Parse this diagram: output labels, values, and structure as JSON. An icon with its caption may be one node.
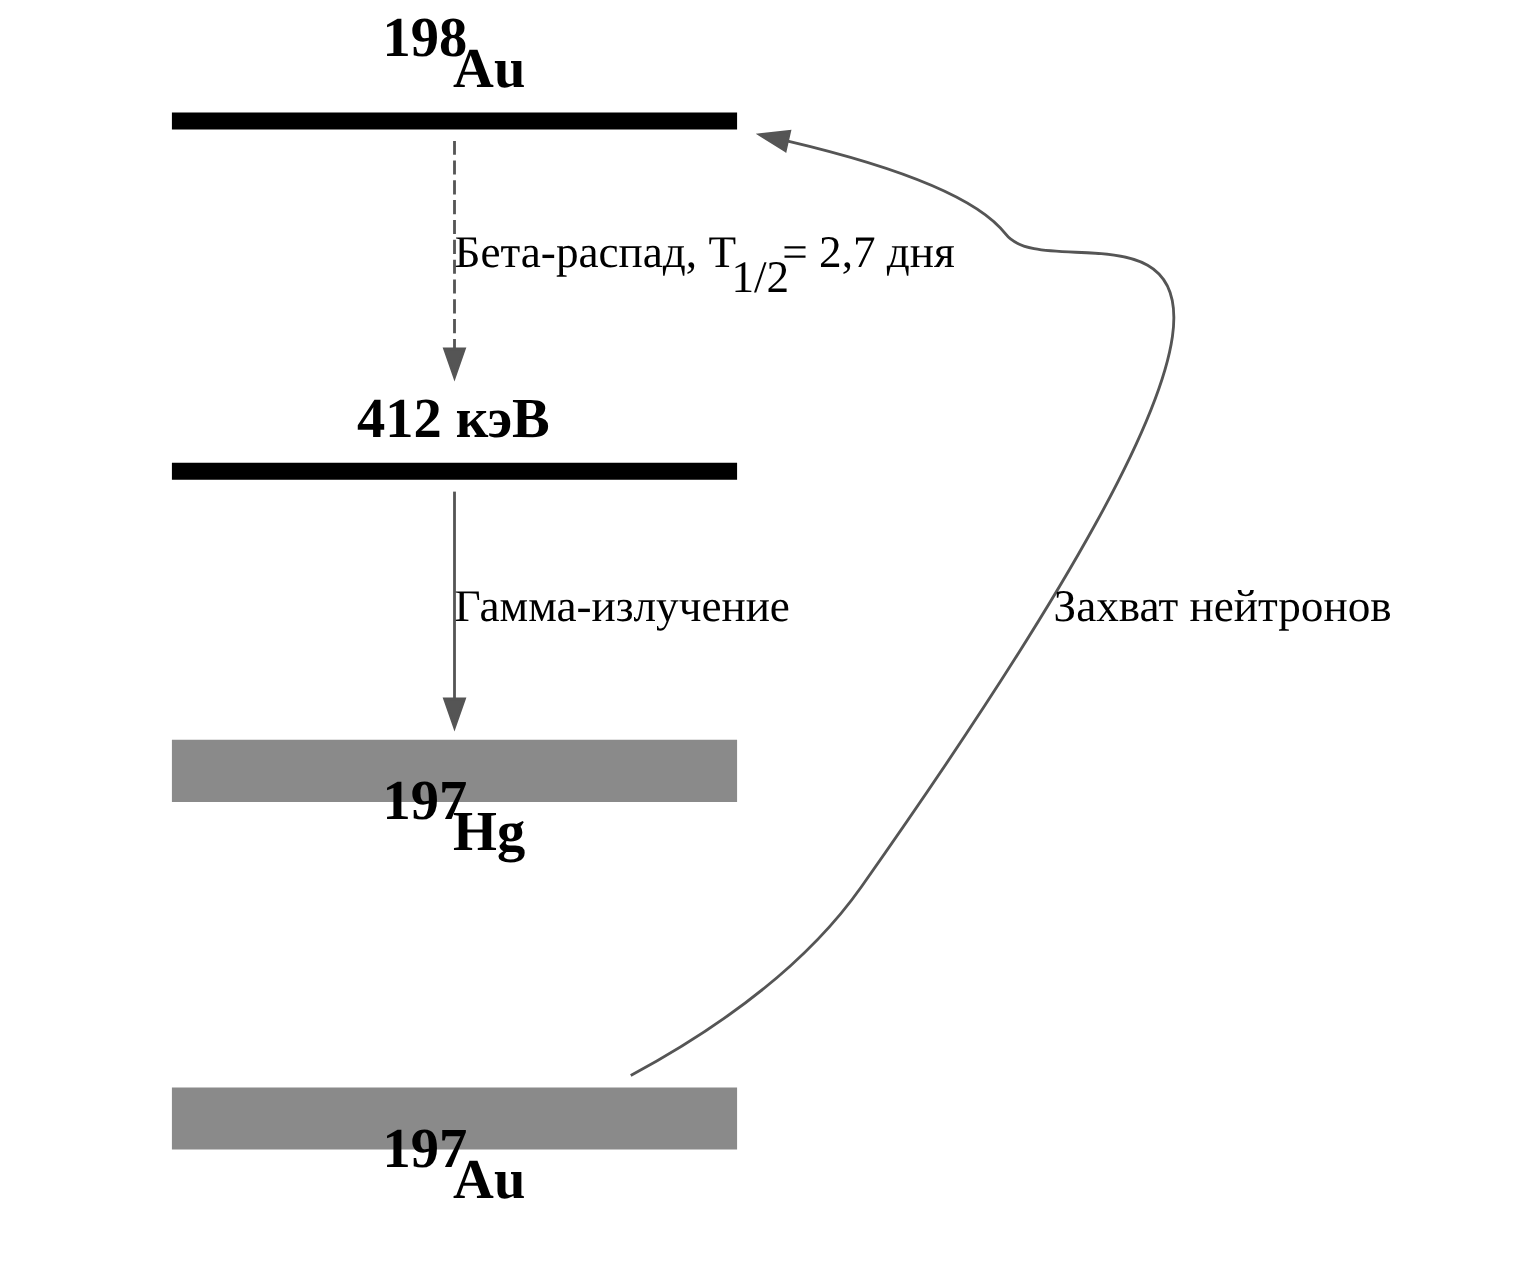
{
  "diagram": {
    "nodes": [
      {
        "text": [
          "$^{198}$Au"
        ]
      },
      {
        "text": [
          "412 кэВ"
        ]
      },
      {
        "text": [
          "$^{197}$Hg"
        ]
      },
      {
        "text": [
          "$^{197}$Au"
        ]
      }
    ],
    "edges": [
      {
        "from": 3,
        "to": 0,
        "arrow": "to",
        "label": "Захват нейтронов"
      },
      {
        "from": 0,
        "to": 1,
        "arrow": "to",
        "style": "dashed",
        "label": "Бета-распад, T$_{1/2}$= 2,7 дня"
      },
      {
        "from": 1,
        "to": 2,
        "arrow": "to",
        "label": "Гамма-излучение"
      }
    ]
  }
}
